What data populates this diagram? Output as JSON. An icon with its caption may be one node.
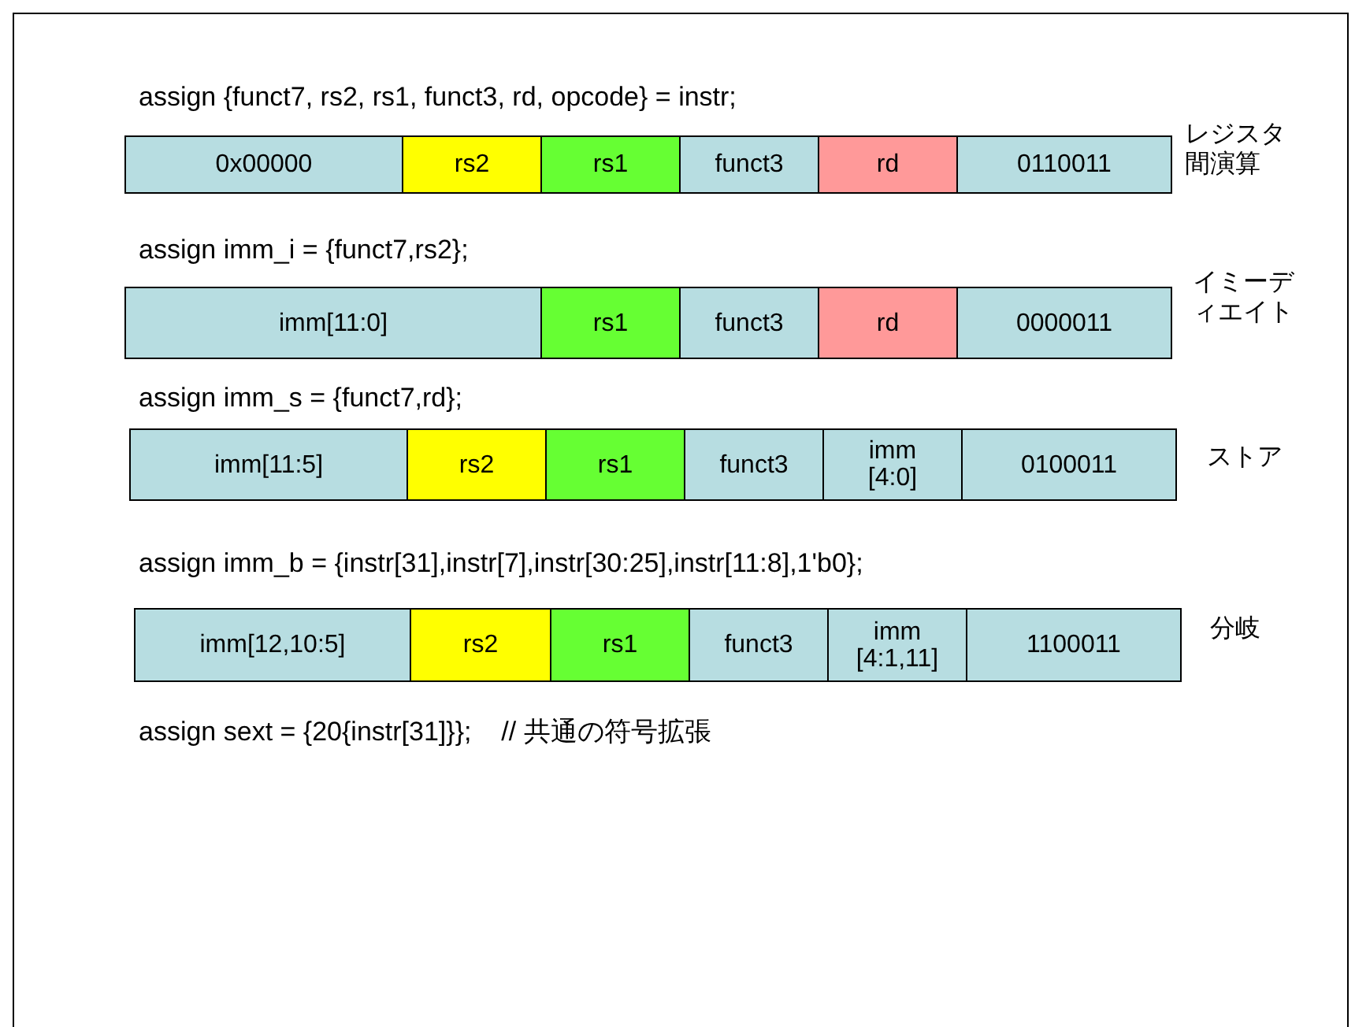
{
  "diagram": {
    "nodes": [
      {
        "text": [
          "0x00000"
        ]
      },
      {
        "text": [
          "rs2"
        ]
      },
      {
        "text": [
          "rs1"
        ]
      },
      {
        "text": [
          "funct3"
        ]
      },
      {
        "text": [
          "rd"
        ]
      },
      {
        "text": [
          "0110011"
        ]
      },
      {
        "text": [
          "imm[11:0]"
        ]
      },
      {
        "text": [
          "rs1"
        ]
      },
      {
        "text": [
          "funct3"
        ]
      },
      {
        "text": [
          "rd"
        ]
      },
      {
        "text": [
          "0000011"
        ]
      },
      {
        "text": [
          "imm[11:5]"
        ]
      },
      {
        "text": [
          "rs2"
        ]
      },
      {
        "text": [
          "rs1"
        ]
      },
      {
        "text": [
          "funct3"
        ]
      },
      {
        "text": [
          "imm [4:0]"
        ]
      },
      {
        "text": [
          "0100011"
        ]
      },
      {
        "text": [
          "imm[12,10:5]"
        ]
      },
      {
        "text": [
          "rs2"
        ]
      },
      {
        "text": [
          "rs1"
        ]
      },
      {
        "text": [
          "funct3"
        ]
      },
      {
        "text": [
          "imm [4:1,11]"
        ]
      },
      {
        "text": [
          "1100011"
        ]
      }
    ],
    "labels": [
      "assign {funct7, rs2, rs1, funct3, rd, opcode} = instr;",
      "レジスタ間演算",
      "assign imm_i = {funct7,rs2};",
      "イミーディエイト",
      "assign imm_s = {funct7,rd};",
      "ストア",
      "assign imm_b = {instr[31],instr[7],instr[30:25],instr[11:8],1'b0};",
      "分岐",
      "assign sext = {20{instr[31]}};    // 共通の符号拡張"
    ]
  }
}
